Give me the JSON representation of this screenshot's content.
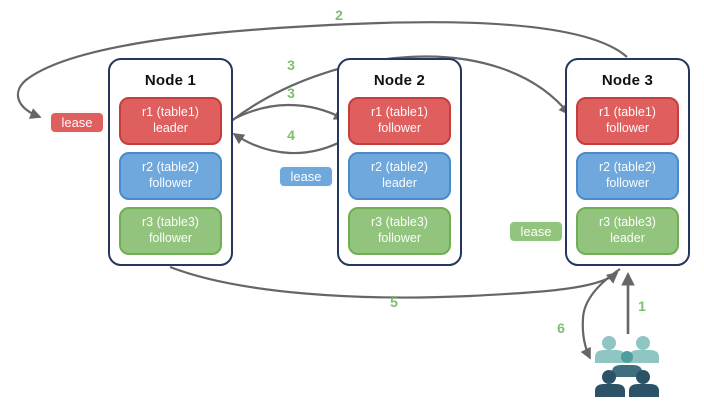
{
  "nodes": [
    {
      "title": "Node 1",
      "replicas": [
        {
          "line1": "r1 (table1)",
          "line2": "leader",
          "color": "red"
        },
        {
          "line1": "r2 (table2)",
          "line2": "follower",
          "color": "blue"
        },
        {
          "line1": "r3 (table3)",
          "line2": "follower",
          "color": "green"
        }
      ]
    },
    {
      "title": "Node 2",
      "replicas": [
        {
          "line1": "r1 (table1)",
          "line2": "follower",
          "color": "red"
        },
        {
          "line1": "r2 (table2)",
          "line2": "leader",
          "color": "blue"
        },
        {
          "line1": "r3 (table3)",
          "line2": "follower",
          "color": "green"
        }
      ]
    },
    {
      "title": "Node 3",
      "replicas": [
        {
          "line1": "r1 (table1)",
          "line2": "follower",
          "color": "red"
        },
        {
          "line1": "r2 (table2)",
          "line2": "follower",
          "color": "blue"
        },
        {
          "line1": "r3 (table3)",
          "line2": "leader",
          "color": "green"
        }
      ]
    }
  ],
  "leases": [
    {
      "label": "lease",
      "color": "red"
    },
    {
      "label": "lease",
      "color": "blue"
    },
    {
      "label": "lease",
      "color": "green"
    }
  ],
  "arrows": [
    {
      "label": "2",
      "from": "node3-top",
      "to": "lease-red"
    },
    {
      "label": "3",
      "from": "node1-r1-leader",
      "to": "node3-r1-follower"
    },
    {
      "label": "3",
      "from": "node1-r1-leader",
      "to": "node2-r1-follower"
    },
    {
      "label": "4",
      "from": "node2-r1-follower",
      "to": "node1-r1-leader"
    },
    {
      "label": "5",
      "from": "node1-bottom",
      "to": "node3-bottom"
    },
    {
      "label": "1",
      "from": "users",
      "to": "node3-bottom"
    },
    {
      "label": "6",
      "from": "node3-bottom",
      "to": "users"
    }
  ],
  "colors": {
    "red_fill": "#DF5F5F",
    "red_border": "#C43E3E",
    "blue_fill": "#6FA8DC",
    "blue_border": "#4A8BC9",
    "green_fill": "#93C47D",
    "green_border": "#6FAE54",
    "node_border": "#24375F",
    "arrow": "#666666",
    "step_label": "#7CC06C",
    "people_light": "#8FC5C2",
    "people_mid_head": "#4E9EA0",
    "people_mid_body": "#3F6F7D",
    "people_dark": "#2B5266"
  }
}
